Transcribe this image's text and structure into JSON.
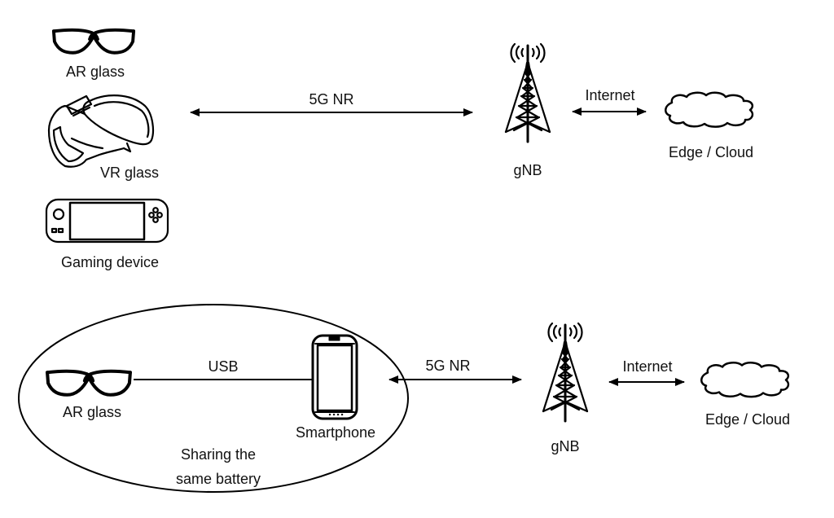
{
  "top_scenario": {
    "devices": [
      {
        "icon": "ar-glasses-icon",
        "label": "AR glass"
      },
      {
        "icon": "vr-headset-icon",
        "label": "VR glass"
      },
      {
        "icon": "gaming-device-icon",
        "label": "Gaming device"
      }
    ],
    "radio_link": {
      "label": "5G NR",
      "direction": "bidirectional"
    },
    "base_station": {
      "icon": "cell-tower-icon",
      "label": "gNB"
    },
    "backhaul_link": {
      "label": "Internet",
      "direction": "bidirectional"
    },
    "server": {
      "icon": "cloud-icon",
      "label": "Edge / Cloud"
    }
  },
  "bottom_scenario": {
    "group": {
      "label_line1": "Sharing the",
      "label_line2": "same battery"
    },
    "glasses": {
      "icon": "ar-glasses-icon",
      "label": "AR glass"
    },
    "tether_link": {
      "label": "USB"
    },
    "phone": {
      "icon": "smartphone-icon",
      "label": "Smartphone"
    },
    "radio_link": {
      "label": "5G NR",
      "direction": "bidirectional"
    },
    "base_station": {
      "icon": "cell-tower-icon",
      "label": "gNB"
    },
    "backhaul_link": {
      "label": "Internet",
      "direction": "bidirectional"
    },
    "server": {
      "icon": "cloud-icon",
      "label": "Edge / Cloud"
    }
  },
  "colors": {
    "stroke": "#000000",
    "text": "#111111",
    "background": "#ffffff"
  }
}
